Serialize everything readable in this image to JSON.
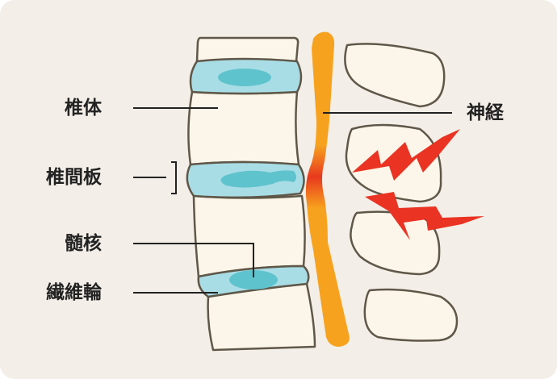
{
  "labels": {
    "vertebral_body": "椎体",
    "intervertebral_disc": "椎間板",
    "nucleus_pulposus": "髄核",
    "annulus_fibrosus": "繊維輪",
    "nerve": "神経"
  },
  "colors": {
    "background": "#f3eee7",
    "bone_fill": "#fbf6e9",
    "bone_stroke": "#5f5748",
    "disc_fill": "#a9dde6",
    "nucleus_fill": "#5fc3cd",
    "nerve_fill": "#f7a21e",
    "pinch_red": "#e8391e",
    "pain_fill": "#ea3323",
    "line": "#222222"
  },
  "icons": {
    "pain": "lightning-bolt"
  }
}
